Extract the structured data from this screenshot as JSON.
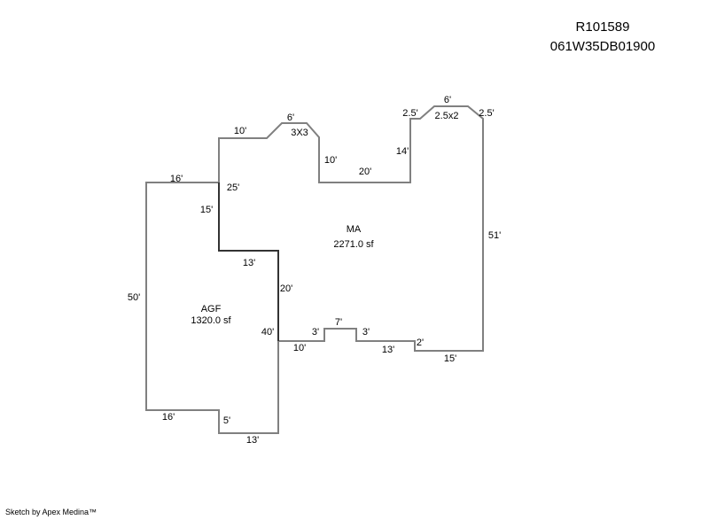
{
  "header": {
    "parcel_id": "R101589",
    "map_number": "061W35DB01900"
  },
  "footer": {
    "credit": "Sketch by Apex Medina™"
  },
  "areas": [
    {
      "code": "MA",
      "area": "2271.0 sf"
    },
    {
      "code": "AGF",
      "area": "1320.0 sf"
    }
  ],
  "sub_areas": [
    {
      "label": "3X3"
    },
    {
      "label": "2.5x2"
    }
  ],
  "dimensions": {
    "ma_top_left_10": "10'",
    "bay1_top_6": "6'",
    "ma_inner_10": "10'",
    "ma_inner_20": "20'",
    "ma_inner_14": "14'",
    "bay2_left_25": "2.5'",
    "bay2_top_6": "6'",
    "bay2_right_25": "2.5'",
    "ma_right_51": "51'",
    "ma_bottom_15": "15'",
    "ma_step_2": "2'",
    "ma_bottom_13": "13'",
    "ma_notch_3_right": "3'",
    "ma_notch_7": "7'",
    "ma_notch_3_left": "3'",
    "ma_bottom_10": "10'",
    "ma_left_20": "20'",
    "ma_left_13": "13'",
    "ma_left_15": "15'",
    "ma_left_25": "25'",
    "agf_top_16": "16'",
    "agf_left_50": "50'",
    "agf_bottom_16": "16'",
    "agf_step_5": "5'",
    "agf_bottom_13": "13'",
    "agf_right_40": "40'"
  }
}
